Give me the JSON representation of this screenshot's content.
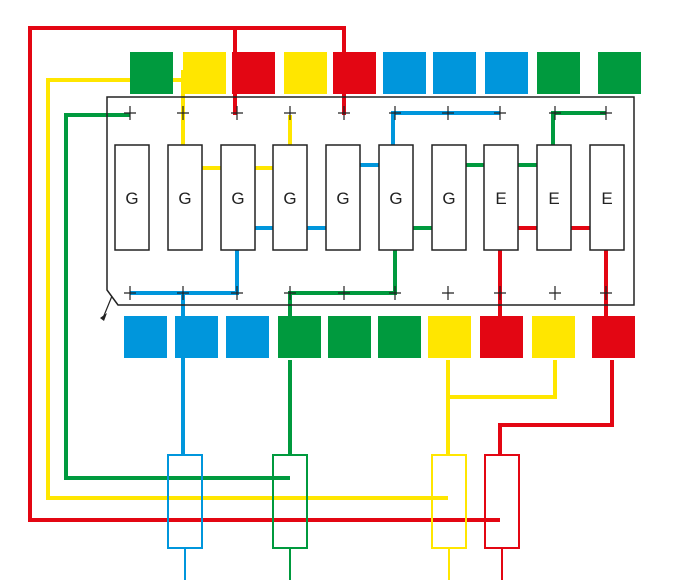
{
  "colors": {
    "red": "#e30613",
    "yellow": "#ffe600",
    "green": "#009a3e",
    "blue": "#0096dc",
    "outline": "#222222",
    "background": "#ffffff"
  },
  "top_pads": [
    "green",
    "yellow",
    "red",
    "yellow",
    "red",
    "blue",
    "blue",
    "blue",
    "green",
    "green"
  ],
  "bottom_pads": [
    "blue",
    "blue",
    "blue",
    "green",
    "green",
    "green",
    "yellow",
    "red",
    "yellow",
    "red"
  ],
  "slots": [
    {
      "label": "G"
    },
    {
      "label": "G"
    },
    {
      "label": "G"
    },
    {
      "label": "G"
    },
    {
      "label": "G"
    },
    {
      "label": "G"
    },
    {
      "label": "G"
    },
    {
      "label": "E"
    },
    {
      "label": "E"
    },
    {
      "label": "E"
    }
  ],
  "resistors": [
    {
      "color": "blue"
    },
    {
      "color": "green"
    },
    {
      "color": "yellow"
    },
    {
      "color": "red"
    }
  ]
}
